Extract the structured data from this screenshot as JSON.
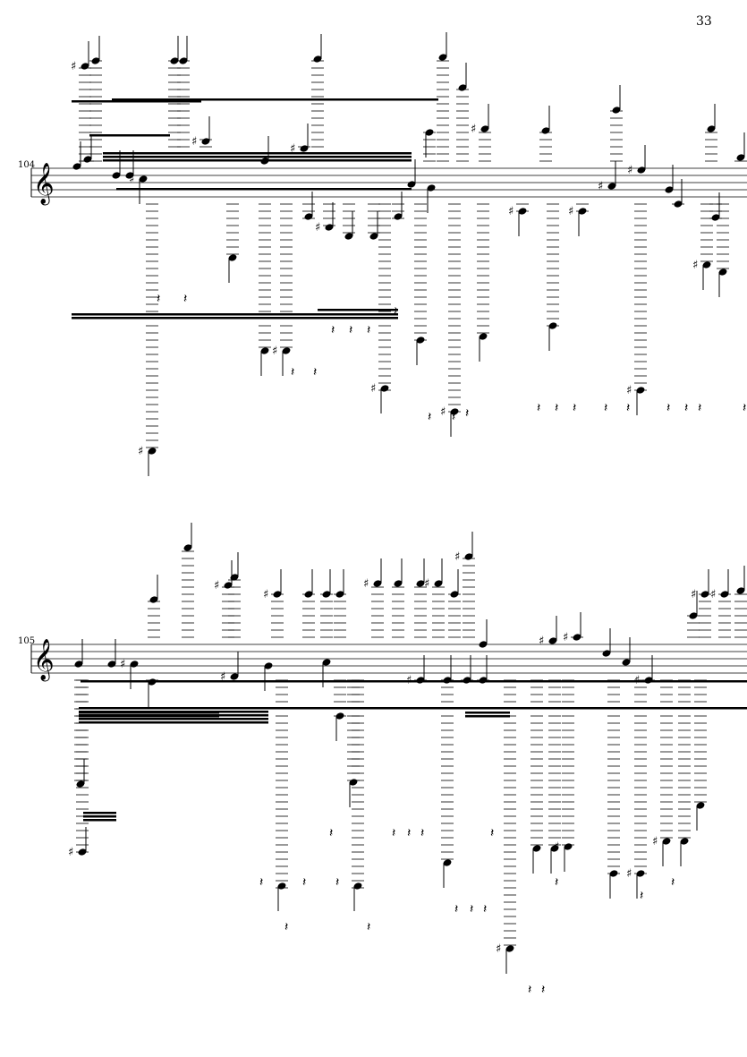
{
  "page": {
    "page_number": "33",
    "systems": [
      {
        "measure_number": "104"
      },
      {
        "measure_number": "105"
      }
    ]
  }
}
